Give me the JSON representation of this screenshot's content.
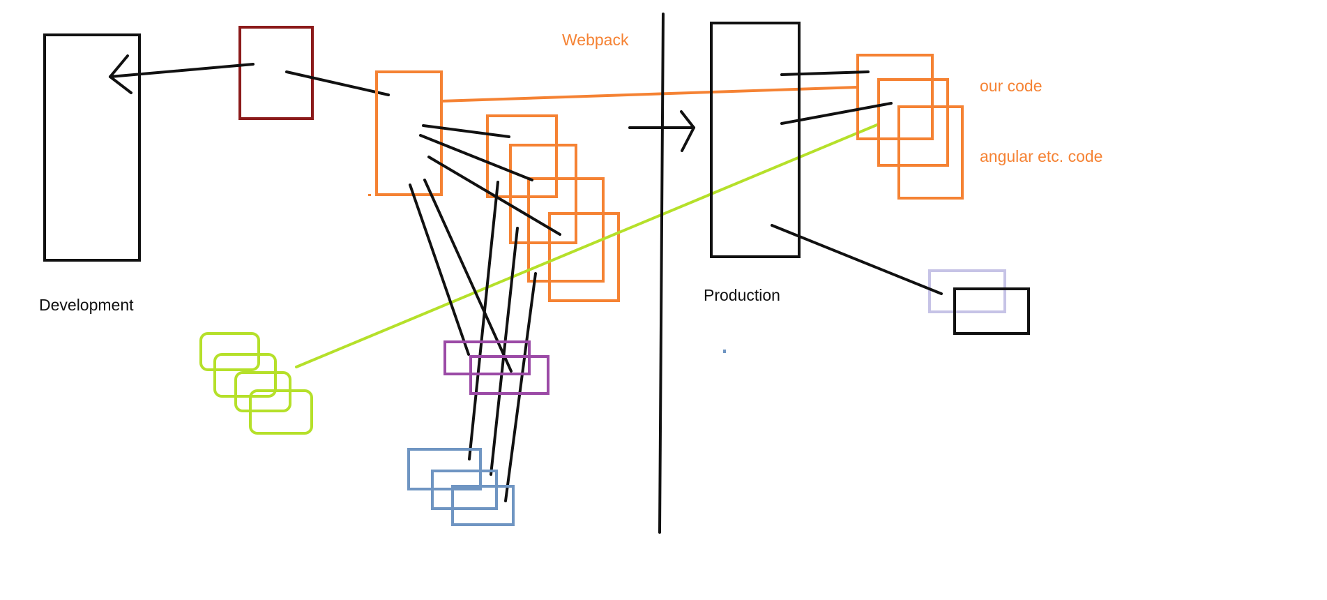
{
  "labels": {
    "webpack": "Webpack",
    "development": "Development",
    "production": "Production",
    "our_code": "our code",
    "angular_code": "angular etc. code"
  },
  "colors": {
    "black": "#111111",
    "orange": "#f58233",
    "dark_red": "#8b1a1a",
    "lime": "#b5e02a",
    "purple": "#9b4aa6",
    "steel_blue": "#6f95c2",
    "lavender": "#c6c3e6"
  }
}
